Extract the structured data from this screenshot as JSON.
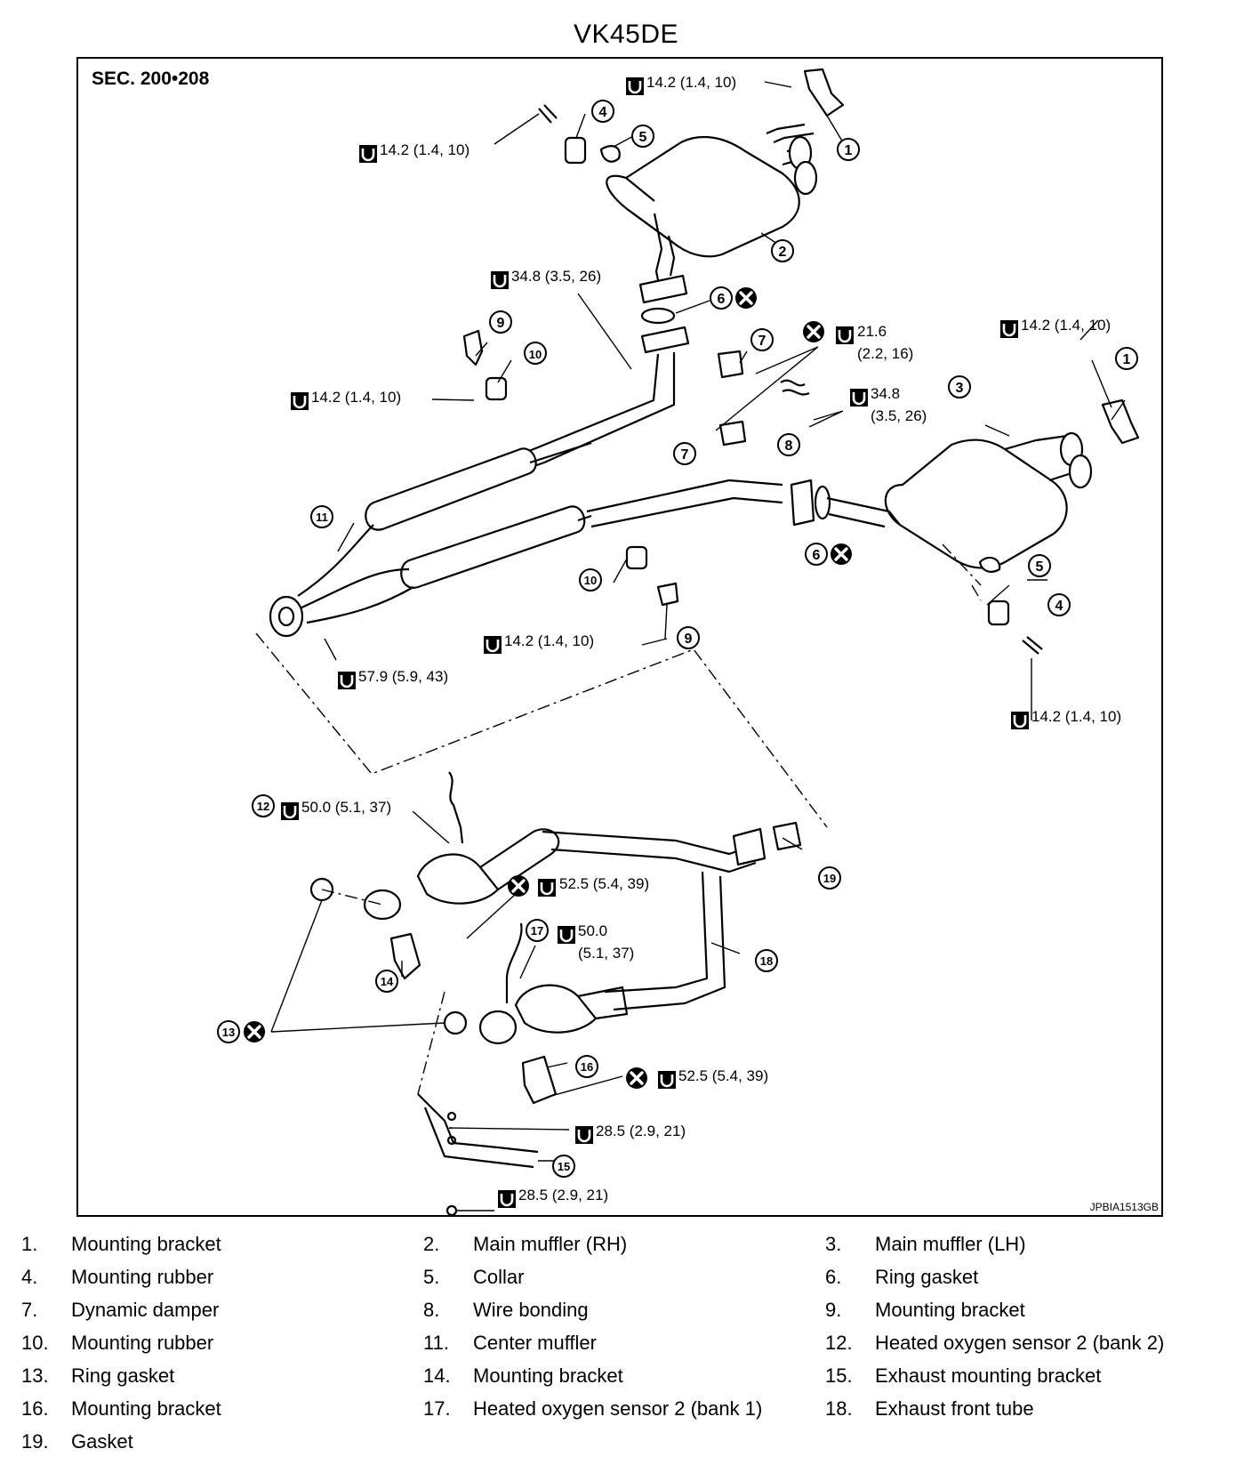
{
  "title": "VK45DE",
  "section": "SEC. 200•208",
  "figure_id": "JPBIA1513GB",
  "torque_specs": [
    "14.2 (1.4, 10)",
    "14.2 (1.4, 10)",
    "34.8 (3.5, 26)",
    "21.6",
    "(2.2, 16)",
    "14.2 (1.4, 10)",
    "14.2 (1.4, 10)",
    "34.8",
    "(3.5, 26)",
    "14.2 (1.4, 10)",
    "57.9 (5.9, 43)",
    "14.2 (1.4, 10)",
    "50.0 (5.1, 37)",
    "52.5 (5.4, 39)",
    "50.0",
    "(5.1, 37)",
    "52.5 (5.4, 39)",
    "28.5 (2.9, 21)",
    "28.5 (2.9, 21)"
  ],
  "callouts": [
    "1",
    "2",
    "3",
    "4",
    "5",
    "6",
    "7",
    "8",
    "9",
    "10",
    "11",
    "12",
    "13",
    "14",
    "15",
    "16",
    "17",
    "18",
    "19"
  ],
  "legend": [
    {
      "num": "1.",
      "label": "Mounting bracket"
    },
    {
      "num": "2.",
      "label": "Main muffler (RH)"
    },
    {
      "num": "3.",
      "label": "Main muffler (LH)"
    },
    {
      "num": "4.",
      "label": "Mounting rubber"
    },
    {
      "num": "5.",
      "label": "Collar"
    },
    {
      "num": "6.",
      "label": "Ring gasket"
    },
    {
      "num": "7.",
      "label": "Dynamic damper"
    },
    {
      "num": "8.",
      "label": "Wire bonding"
    },
    {
      "num": "9.",
      "label": "Mounting bracket"
    },
    {
      "num": "10.",
      "label": "Mounting rubber"
    },
    {
      "num": "11.",
      "label": "Center muffler"
    },
    {
      "num": "12.",
      "label": "Heated oxygen sensor 2 (bank 2)"
    },
    {
      "num": "13.",
      "label": "Ring gasket"
    },
    {
      "num": "14.",
      "label": "Mounting bracket"
    },
    {
      "num": "15.",
      "label": "Exhaust mounting bracket"
    },
    {
      "num": "16.",
      "label": "Mounting bracket"
    },
    {
      "num": "17.",
      "label": "Heated oxygen sensor 2 (bank 1)"
    },
    {
      "num": "18.",
      "label": "Exhaust front tube"
    },
    {
      "num": "19.",
      "label": "Gasket"
    }
  ]
}
